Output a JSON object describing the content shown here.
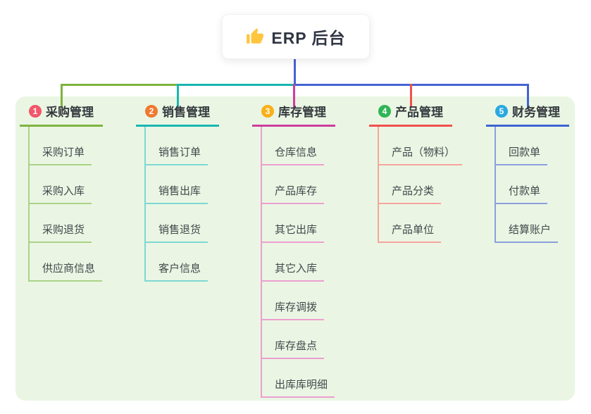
{
  "root": {
    "title": "ERP 后台",
    "icon": "thumbs-up-icon"
  },
  "colors": {
    "canvas_bg": "#FFFFFF",
    "panel_bg": "#EAF6E3",
    "root_node_bg": "#FFFFFF",
    "root_line": "#4563D2",
    "header_text": "#35393E",
    "child_text": "#43484D",
    "thumb_icon": "#FFC53D"
  },
  "branches": [
    {
      "badge": "1",
      "label": "采购管理",
      "line_color": "#7EB43F",
      "child_line_color": "#ABD387",
      "badge_color": "#F2566A",
      "children": [
        "采购订单",
        "采购入库",
        "采购退货",
        "供应商信息"
      ]
    },
    {
      "badge": "2",
      "label": "销售管理",
      "line_color": "#1AB6B1",
      "child_line_color": "#7ED8D2",
      "badge_color": "#F0792F",
      "children": [
        "销售订单",
        "销售出库",
        "销售退货",
        "客户信息"
      ]
    },
    {
      "badge": "3",
      "label": "库存管理",
      "line_color": "#CE3D9F",
      "child_line_color": "#EC9FD0",
      "badge_color": "#F9B017",
      "children": [
        "仓库信息",
        "产品库存",
        "其它出库",
        "其它入库",
        "库存调拨",
        "库存盘点",
        "出库库明细"
      ]
    },
    {
      "badge": "4",
      "label": "产品管理",
      "line_color": "#F25050",
      "child_line_color": "#F7A49D",
      "badge_color": "#30B457",
      "children": [
        "产品（物料）",
        "产品分类",
        "产品单位"
      ]
    },
    {
      "badge": "5",
      "label": "财务管理",
      "line_color": "#3E63D3",
      "child_line_color": "#8BA0DC",
      "badge_color": "#2AA9E0",
      "children": [
        "回款单",
        "付款单",
        "结算账户"
      ]
    }
  ]
}
